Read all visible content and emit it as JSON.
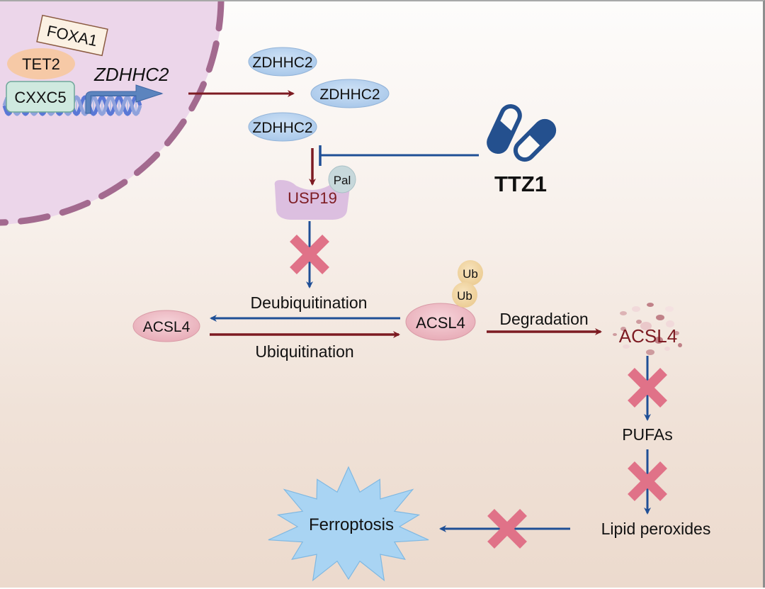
{
  "nucleus": {
    "factors": {
      "foxa1": "FOXA1",
      "tet2": "TET2",
      "cxxc5": "CXXC5"
    },
    "gene_label": "ZDHHC2"
  },
  "proteins": {
    "zdhhc2": [
      "ZDHHC2",
      "ZDHHC2",
      "ZDHHC2"
    ],
    "usp19": "USP19",
    "pal": "Pal",
    "drug": "TTZ1",
    "acsl4_left": "ACSL4",
    "acsl4_ub": "ACSL4",
    "ub": [
      "Ub",
      "Ub"
    ],
    "acsl4_degraded": "ACSL4"
  },
  "processes": {
    "deubiquitination": "Deubiquitination",
    "ubiquitination": "Ubiquitination",
    "degradation": "Degradation"
  },
  "downstream": {
    "pufas": "PUFAs",
    "lipid_peroxides": "Lipid peroxides",
    "ferroptosis": "Ferroptosis"
  },
  "colors": {
    "activation_arrow": "#7d1b22",
    "inhibition_arrow": "#1f4f96",
    "block_cross": "#e07288",
    "nucleus_fill": "#ecd6ea",
    "nucleus_border": "#a36a8f",
    "zdhhc2_fill": "#b9d3ee",
    "acsl4_fill": "#f1c3cb",
    "usp19_fill": "#dcbfe0",
    "ferroptosis_fill": "#a9d4f3",
    "drug_color": "#24508e"
  }
}
